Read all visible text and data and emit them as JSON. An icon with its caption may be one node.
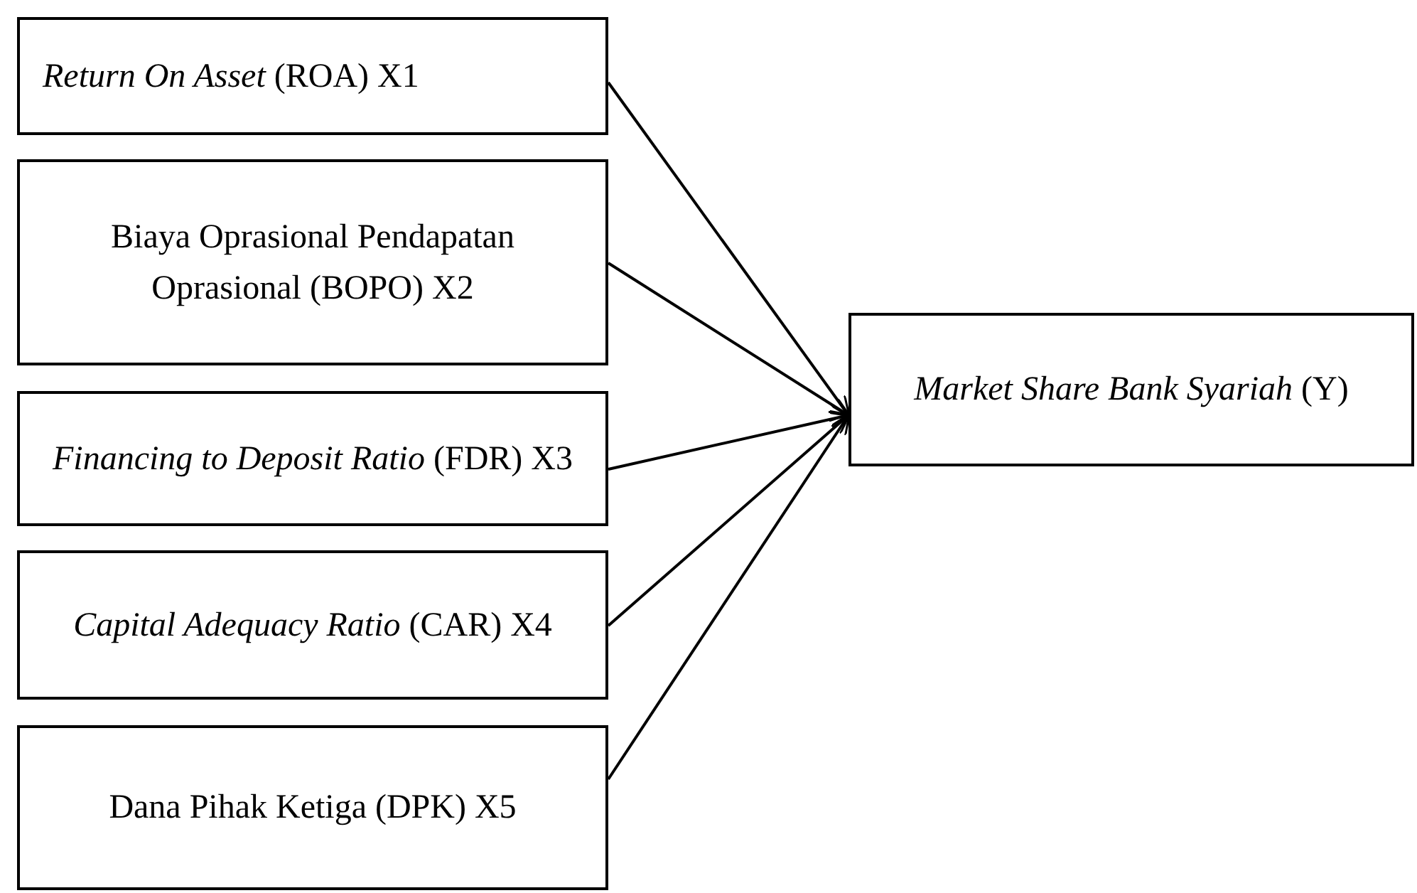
{
  "diagram": {
    "nodes": [
      {
        "text": [
          "*Return On Asset* (ROA) X1"
        ]
      },
      {
        "text": [
          "Biaya Oprasional Pendapatan Oprasional (BOPO) X2"
        ]
      },
      {
        "text": [
          "*Financing to Deposit Ratio* (FDR) X3"
        ]
      },
      {
        "text": [
          "*Capital Adequacy Ratio* (CAR) X4"
        ]
      },
      {
        "text": [
          "Dana Pihak Ketiga (DPK) X5"
        ]
      },
      {
        "text": [
          "*Market Share Bank Syariah* (Y)"
        ]
      }
    ],
    "edges": [
      {
        "from": 0,
        "to": 5,
        "arrow": "to"
      },
      {
        "from": 1,
        "to": 5,
        "arrow": "to"
      },
      {
        "from": 2,
        "to": 5,
        "arrow": "to"
      },
      {
        "from": 3,
        "to": 5,
        "arrow": "to"
      },
      {
        "from": 4,
        "to": 5,
        "arrow": "to"
      }
    ]
  }
}
